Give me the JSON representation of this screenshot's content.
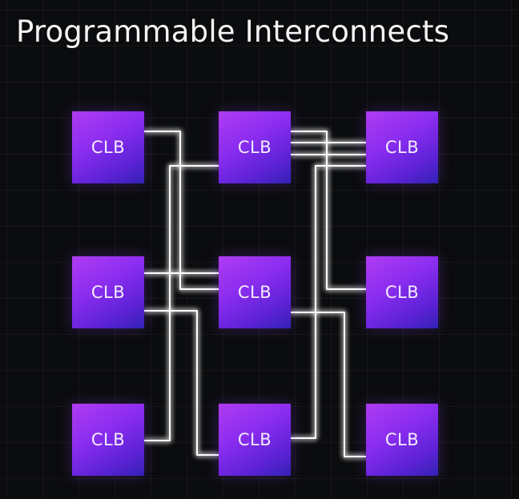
{
  "title": "Programmable Interconnects",
  "blocks": [
    {
      "id": "c00",
      "label": "CLB"
    },
    {
      "id": "c01",
      "label": "CLB"
    },
    {
      "id": "c02",
      "label": "CLB"
    },
    {
      "id": "c10",
      "label": "CLB"
    },
    {
      "id": "c11",
      "label": "CLB"
    },
    {
      "id": "c12",
      "label": "CLB"
    },
    {
      "id": "c20",
      "label": "CLB"
    },
    {
      "id": "c21",
      "label": "CLB"
    },
    {
      "id": "c22",
      "label": "CLB"
    }
  ],
  "colors": {
    "background": "#0b0c0e",
    "block_top": "#b03cf2",
    "block_bottom": "#3322b4",
    "wire": "#ffffff",
    "wire_glow": "#c9b3ff"
  }
}
